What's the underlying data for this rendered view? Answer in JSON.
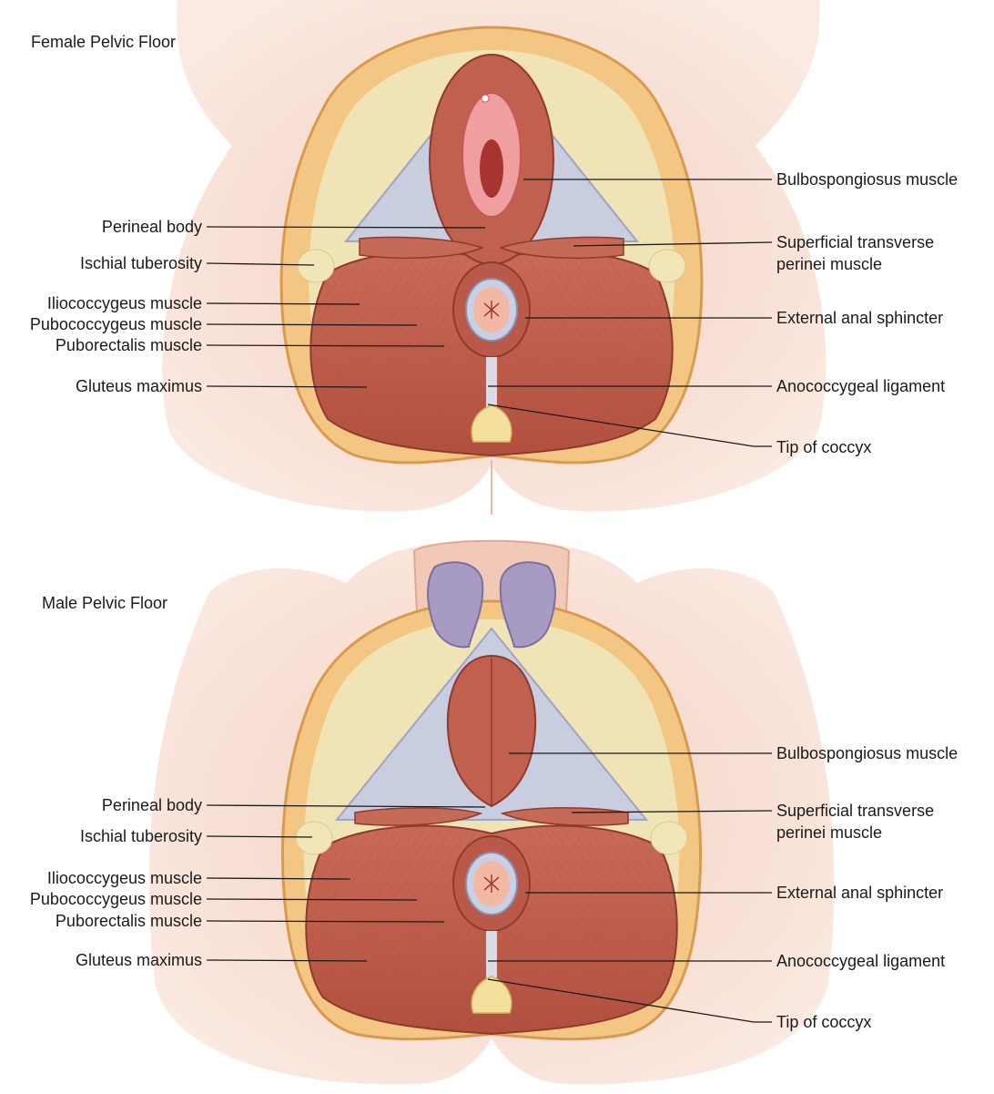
{
  "female": {
    "title": "Female Pelvic Floor",
    "labels": {
      "bulbospongiosus": "Bulbospongiosus muscle",
      "perineal_body": "Perineal body",
      "ischial_tuberosity": "Ischial tuberosity",
      "superficial_transverse_1": "Superficial transverse",
      "superficial_transverse_2": "perinei muscle",
      "iliococcygeus": "Iliococcygeus muscle",
      "pubococcygeus": "Pubococcygeus muscle",
      "puborectalis": "Puborectalis muscle",
      "external_anal_sphincter": "External anal sphincter",
      "gluteus_maximus": "Gluteus maximus",
      "anococcygeal_ligament": "Anococcygeal ligament",
      "tip_of_coccyx": "Tip of coccyx"
    }
  },
  "male": {
    "title": "Male Pelvic Floor",
    "labels": {
      "bulbospongiosus": "Bulbospongiosus muscle",
      "perineal_body": "Perineal body",
      "ischial_tuberosity": "Ischial tuberosity",
      "superficial_transverse_1": "Superficial transverse",
      "superficial_transverse_2": "perinei muscle",
      "iliococcygeus": "Iliococcygeus muscle",
      "pubococcygeus": "Pubococcygeus muscle",
      "puborectalis": "Puborectalis muscle",
      "external_anal_sphincter": "External anal sphincter",
      "gluteus_maximus": "Gluteus maximus",
      "anococcygeal_ligament": "Anococcygeal ligament",
      "tip_of_coccyx": "Tip of coccyx"
    }
  },
  "colors": {
    "skin": "#f6d9cc",
    "fat": "#f3c684",
    "muscle": "#c45d4c",
    "muscle_dark": "#a64536",
    "fascia": "#c9cde0",
    "tuberosity": "#f2e6b8",
    "erectile": "#a79bc4"
  }
}
